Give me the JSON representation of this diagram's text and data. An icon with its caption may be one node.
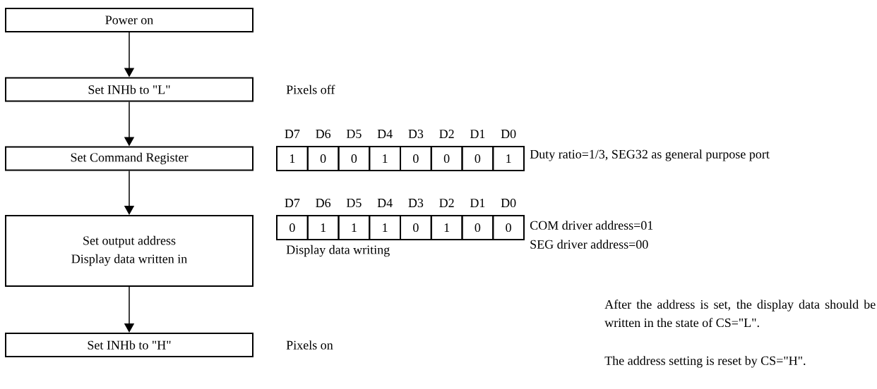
{
  "diagram": {
    "nodes": [
      {
        "text": [
          "Power on"
        ]
      },
      {
        "text": [
          "Set INHb to \"L\""
        ],
        "beside": [
          "Pixels off"
        ]
      },
      {
        "text": [
          "Set Command Register"
        ]
      },
      {
        "text": [
          "Set output address",
          "Display data written in"
        ],
        "beside": [
          "Display data writing"
        ]
      },
      {
        "text": [
          "Set INHb to \"H\""
        ],
        "beside": [
          "Pixels on"
        ]
      }
    ],
    "edges": [
      {
        "from": 0,
        "to": 1,
        "arrow": "to"
      },
      {
        "from": 1,
        "to": 2,
        "arrow": "to"
      },
      {
        "from": 2,
        "to": 3,
        "arrow": "to"
      },
      {
        "from": 3,
        "to": 4,
        "arrow": "to"
      }
    ],
    "labels": [
      "D7",
      "D6",
      "D5",
      "D4",
      "D3",
      "D2",
      "D1",
      "D0",
      "1",
      "0",
      "0",
      "1",
      "0",
      "0",
      "0",
      "1",
      "Duty ratio=1/3, SEG32 as general purpose port",
      "D7",
      "D6",
      "D5",
      "D4",
      "D3",
      "D2",
      "D1",
      "D0",
      "0",
      "1",
      "1",
      "1",
      "0",
      "1",
      "0",
      "0",
      "COM driver address=01",
      "SEG driver address=00",
      "After the address is set, the display data should be written in the state of CS=\"L\".",
      "The address setting is reset by CS=\"H\"."
    ]
  }
}
